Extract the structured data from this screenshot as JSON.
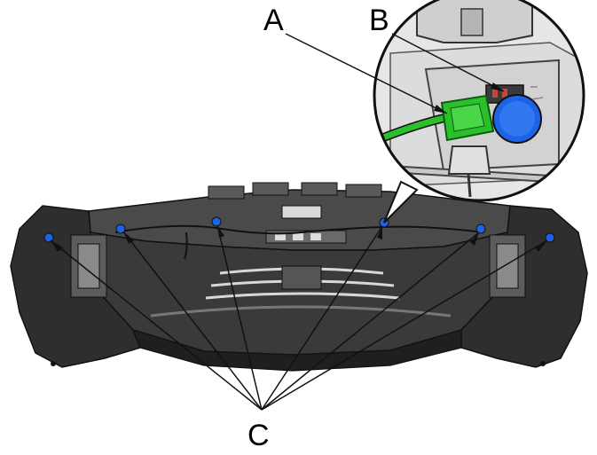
{
  "labels": {
    "a": "A",
    "b": "B",
    "c": "C"
  },
  "colors": {
    "connector_green": "#2bbf2b",
    "sensor_blue": "#1e63e6",
    "bumper_dark": "#2a2a2a",
    "detail_bg": "#e6e6e6"
  }
}
